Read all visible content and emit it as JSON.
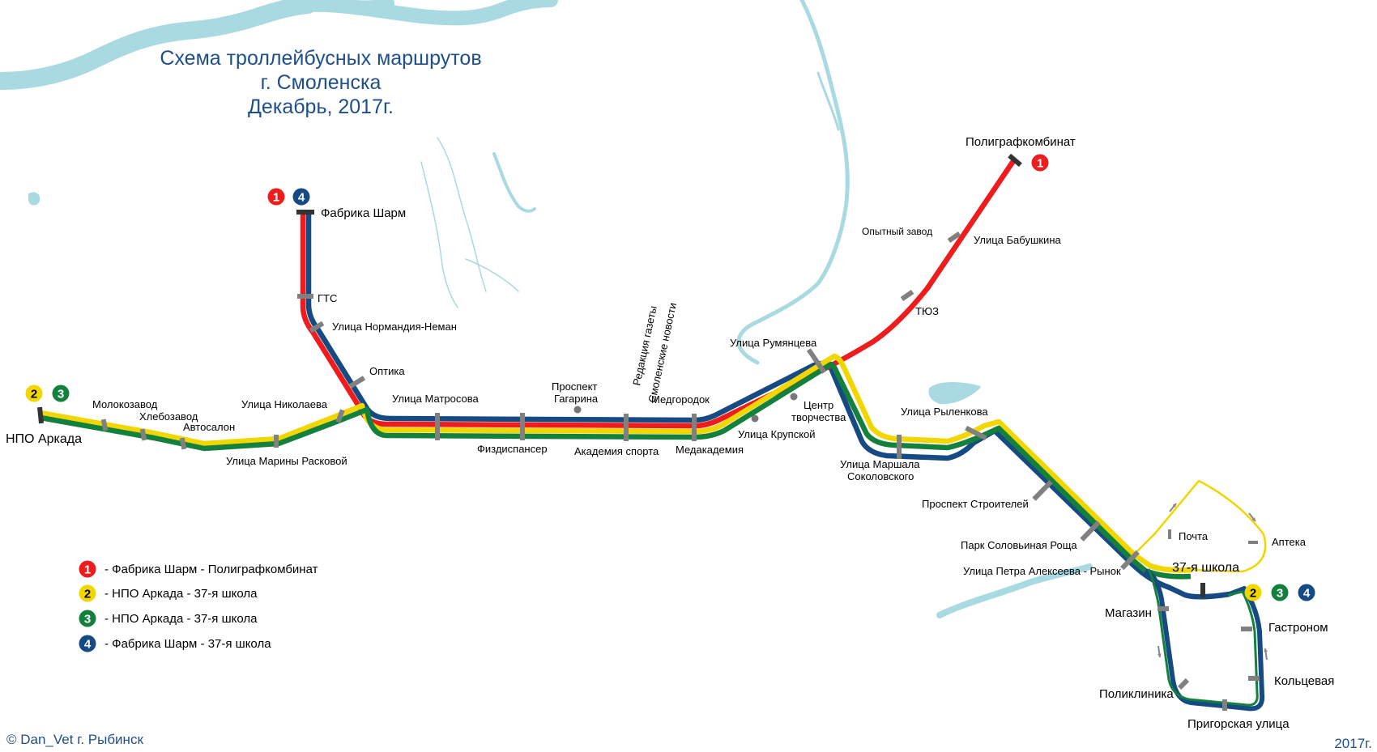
{
  "title": {
    "line1": "Схема троллейбусных маршрутов",
    "line2": "г. Смоленска",
    "line3": "Декабрь, 2017г."
  },
  "colors": {
    "route1": "#ee1c1c",
    "route2": "#f2d600",
    "route3": "#13813d",
    "route4": "#154a82",
    "river": "#a9d9e1",
    "stop": "#808080",
    "terminal": "#333333",
    "title": "#1f4f8a"
  },
  "legend": [
    {
      "num": "1",
      "text": "- Фабрика Шарм - Полиграфкомбинат"
    },
    {
      "num": "2",
      "text": "- НПО Аркада - 37-я школа"
    },
    {
      "num": "3",
      "text": "- НПО Аркада - 37-я школа"
    },
    {
      "num": "4",
      "text": "- Фабрика Шарм - 37-я школа"
    }
  ],
  "terminals": {
    "sharm": {
      "name": "Фабрика Шарм",
      "routes": [
        "1",
        "4"
      ]
    },
    "poligraf": {
      "name": "Полиграфкомбинат",
      "routes": [
        "1"
      ]
    },
    "arkada": {
      "name": "НПО Аркада",
      "routes": [
        "2",
        "3"
      ]
    },
    "school": {
      "name": "37-я школа",
      "routes": [
        "2",
        "3",
        "4"
      ]
    }
  },
  "stops": {
    "gts": "ГТС",
    "normandia": "Улица Нормандия-Неман",
    "optika": "Оптика",
    "molokozavod": "Молокозавод",
    "hlebozavod": "Хлебозавод",
    "avtosalon": "Автосалон",
    "nikolaeva": "Улица Николаева",
    "raskovoy": "Улица Марины Расковой",
    "matrosova": "Улица Матросова",
    "fizdispanser": "Физдиспансер",
    "gagarina_1": "Проспект",
    "gagarina_2": "Гагарина",
    "redakcia_1": "Редакция газеты",
    "redakcia_2": "Смоленские новости",
    "akademia": "Академия спорта",
    "medgorodok": "Медгородок",
    "medakademia": "Медакадемия",
    "krupskoy": "Улица Крупской",
    "centr_1": "Центр",
    "centr_2": "творчества",
    "rumyanceva": "Улица Румянцева",
    "opytny": "Опытный завод",
    "babushkina": "Улица Бабушкина",
    "tyuz": "ТЮЗ",
    "rylenkova": "Улица Рыленкова",
    "sokolovskogo_1": "Улица Маршала",
    "sokolovskogo_2": "Соколовского",
    "stroiteley": "Проспект Строителей",
    "solovyinaya": "Парк Соловьиная Роща",
    "alekseeva": "Улица Петра Алексеева - Рынок",
    "pochta": "Почта",
    "apteka": "Аптека",
    "magazin": "Магазин",
    "gastronom": "Гастроном",
    "kolcevaya": "Кольцевая",
    "poliklinika": "Поликлиника",
    "prigorskaya": "Пригорская улица"
  },
  "footer": {
    "author": "© Dan_Vet   г. Рыбинск",
    "year": "2017г."
  }
}
